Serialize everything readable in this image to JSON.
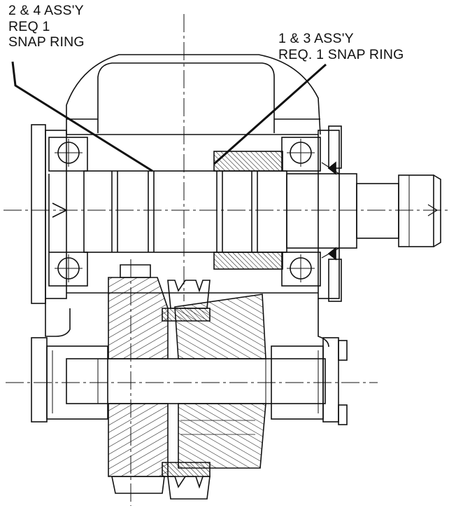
{
  "callouts": {
    "left": {
      "line1": "2 & 4 ASS'Y",
      "line2": "REQ 1",
      "line3": "SNAP RING"
    },
    "right": {
      "line1": "1 & 3 ASS'Y",
      "line2": "REQ. 1 SNAP RING"
    }
  },
  "colors": {
    "line": "#111111",
    "paper": "#ffffff"
  }
}
